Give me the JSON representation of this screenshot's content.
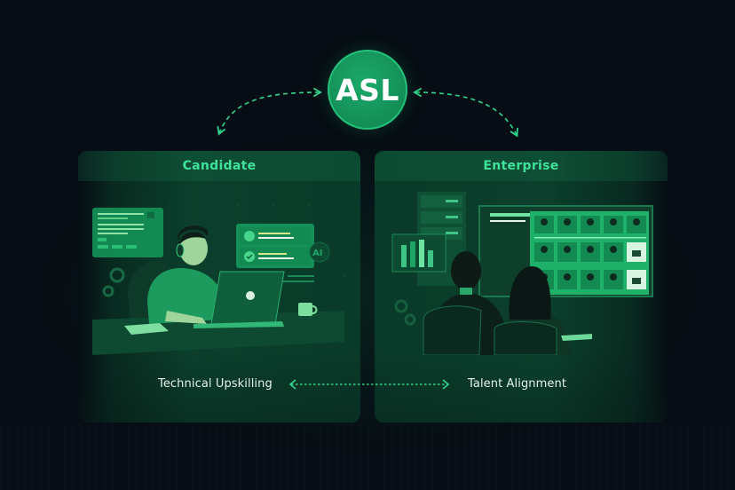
{
  "hub": {
    "label": "ASL",
    "fill_color": "#139a5e",
    "rim_color": "#23c27a"
  },
  "panels": [
    {
      "id": "candidate",
      "title": "Candidate",
      "caption": "Technical Upskilling",
      "illustration": "person-with-headset-at-laptop",
      "illustration_elements": [
        "ui-card-progress-bars",
        "checklist-card",
        "gear-icons",
        "ai-badge-icon",
        "coffee-mug",
        "laptop",
        "notepad"
      ]
    },
    {
      "id": "enterprise",
      "title": "Enterprise",
      "caption": "Talent Alignment",
      "illustration": "two-recruiters-viewing-candidate-grid",
      "illustration_elements": [
        "server-rack",
        "bar-chart-card",
        "monitor-candidate-grid",
        "gear-icons",
        "keyboard"
      ]
    }
  ],
  "connectors": [
    {
      "from": "ASL",
      "to": "Candidate",
      "style": "dashed-curved-bidirectional"
    },
    {
      "from": "ASL",
      "to": "Enterprise",
      "style": "dashed-curved-bidirectional"
    },
    {
      "from": "Technical Upskilling",
      "to": "Talent Alignment",
      "style": "dotted-straight-bidirectional"
    }
  ],
  "colors": {
    "background": "#060d14",
    "accent": "#3ee39a",
    "panel": "#0b3f2c",
    "caption_text": "#e6f2ec"
  }
}
